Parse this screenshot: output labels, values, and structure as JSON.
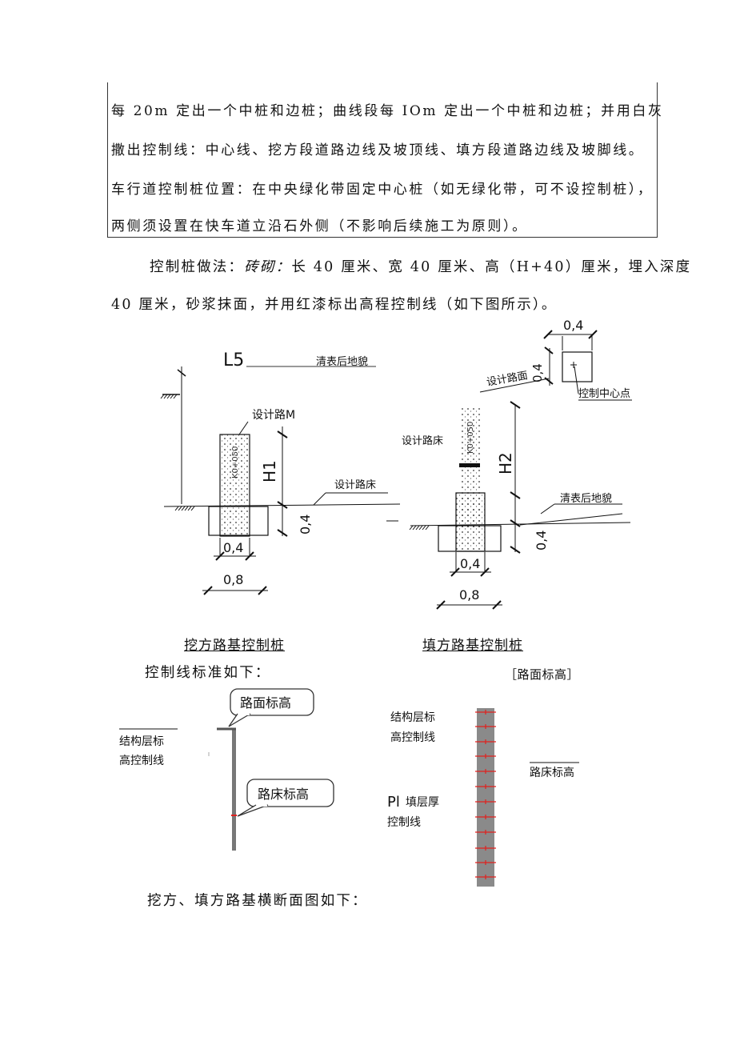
{
  "box_lines": [
    "每 20m 定出一个中桩和边桩；曲线段每 IOm 定出一个中桩和边桩；并用白灰",
    "撒出控制线：中心线、挖方段道路边线及坡顶线、填方段道路边线及坡脚线。",
    "车行道控制桩位置：在中央绿化带固定中心桩（如无绿化带，可不设控制桩），",
    "两侧须设置在快车道立沿石外侧（不影响后续施工为原则）。"
  ],
  "method": {
    "prefix": "控制桩做法：",
    "italic": "砖砌：",
    "rest": "长 40 厘米、宽 40 厘米、高（H+40）厘米，埋入深度",
    "line2": "40 厘米，砂浆抹面，并用红漆标出高程控制线（如下图所示）。"
  },
  "fig1": {
    "l5": "L5",
    "qingbiao": "清表后地貌",
    "sheji_lumian": "设计路M",
    "h1": "H1",
    "sheji_luchuang": "设计路床",
    "dim_04_vert": "0,4",
    "dim_04": "0,4",
    "dim_08": "0,8",
    "stake_text": "K0+050"
  },
  "fig2": {
    "dim_04_top": "0,4",
    "dim_04_side": "0,4",
    "sheji_lumian": "设计路面",
    "kongzhi_zhongxin": "控制中心点",
    "sheji_luchuang": "设计路床",
    "h2": "H2",
    "qingbiao": "清表后地貌",
    "dim_04_vert": "0,4",
    "dim_04": "0,4",
    "dim_08": "0,8",
    "stake_text": "K0+050"
  },
  "captions": {
    "wafang": "挖方路基控制桩",
    "tianfang": "填方路基控制桩"
  },
  "std_heading": "控制线标准如下：",
  "fig3": {
    "lumian_biaogao": "路面标高",
    "jiegou_1": "结构层标",
    "jiegou_2": "高控制线",
    "luchuang_biaogao": "路床标高"
  },
  "fig4": {
    "bracket_label": "［路面标高］",
    "jiegou_1": "结构层标",
    "jiegou_2": "高控制线",
    "luchuang_biaogao": "路床标高",
    "pl": "Pl",
    "tiancenghou": "填层厚",
    "kongzhixian": "控制线"
  },
  "closing": "挖方、填方路基横断面图如下：",
  "colors": {
    "red": "#e0201e",
    "grey": "#8a8a8a",
    "ink": "#111111"
  }
}
